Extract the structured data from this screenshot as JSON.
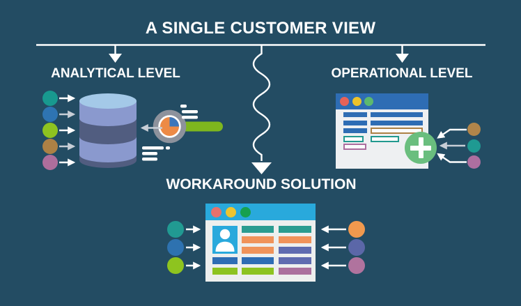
{
  "title": "A SINGLE CUSTOMER VIEW",
  "background_color": "#234c63",
  "text_color": "#ffffff",
  "connector_color": "#ffffff",
  "icons": {
    "analytical": [
      "database-icon",
      "magnifier-pie-chart-icon",
      "text-lines-icon"
    ],
    "operational": [
      "app-window-icon",
      "window-control-dots",
      "add-record-plus-icon"
    ],
    "workaround": [
      "app-window-icon",
      "window-control-dots",
      "user-avatar-icon"
    ]
  },
  "analytical": {
    "label": "ANALYTICAL LEVEL",
    "sources": [
      {
        "color": "#18998f"
      },
      {
        "color": "#2e74b2"
      },
      {
        "color": "#8ec320"
      },
      {
        "color": "#ad8145"
      },
      {
        "color": "#ae6e9c"
      }
    ],
    "database": {
      "top_color": "#a4c9e8",
      "light_band_color": "#8a99ce",
      "dark_band_color": "#515d80"
    },
    "magnifier": {
      "ring_color": "#8d929c",
      "lens_color": "#ffffff",
      "handle_color": "#7eb71e",
      "pie_color": "#ed8a45",
      "pie_slice_color": "#3b76bb"
    }
  },
  "operational": {
    "label": "OPERATIONAL LEVEL",
    "window": {
      "titlebar_color": "#2e6db4",
      "body_color": "#eef0f2",
      "dots": [
        "#e76258",
        "#edc32b",
        "#5cb96f"
      ],
      "rows": [
        [
          {
            "x": 0,
            "w": 34,
            "color": "#2e6db4",
            "filled": true
          },
          {
            "x": 39,
            "w": 75,
            "color": "#2e6db4",
            "filled": true
          }
        ],
        [
          {
            "x": 0,
            "w": 34,
            "color": "#2e6db4",
            "filled": true
          },
          {
            "x": 39,
            "w": 75,
            "color": "#2e6db4",
            "filled": true
          }
        ],
        [
          {
            "x": 0,
            "w": 34,
            "color": "#2e6db4",
            "filled": true
          },
          {
            "x": 39,
            "w": 75,
            "color": "#ad8145",
            "filled": false
          }
        ],
        [
          {
            "x": 0,
            "w": 29,
            "color": "#21998f",
            "filled": false
          },
          {
            "x": 39,
            "w": 41,
            "color": "#21998f",
            "filled": false
          }
        ],
        [
          {
            "x": 0,
            "w": 33,
            "color": "#ab6d9e",
            "filled": false
          }
        ]
      ]
    },
    "add_button": {
      "color": "#6abe7e",
      "plus_color": "#ffffff"
    },
    "sources": [
      {
        "color": "#b0854a"
      },
      {
        "color": "#1f9a92"
      },
      {
        "color": "#ad6fa0"
      }
    ]
  },
  "workaround": {
    "label": "WORKAROUND SOLUTION",
    "window": {
      "titlebar_color": "#29a9dc",
      "body_color": "#edefee",
      "dots": [
        "#e8716b",
        "#eec430",
        "#16a04f"
      ],
      "avatar_color": "#29a9dc",
      "grid": {
        "col1": [
          "#2e6db4",
          "#8dc320"
        ],
        "col2": [
          "#2a9c90",
          "#f0935a",
          "#f0935a",
          "#2e6db4",
          "#8dc320"
        ],
        "col3": [
          "#2a9c90",
          "#f0935a",
          "#5f6bb0",
          "#5f6bb0",
          "#ab6f9d"
        ]
      }
    },
    "left_sources": [
      {
        "color": "#219a92"
      },
      {
        "color": "#2e72b0"
      },
      {
        "color": "#8ec41f"
      }
    ],
    "right_sources": [
      {
        "color": "#f0994e"
      },
      {
        "color": "#5b67a8"
      },
      {
        "color": "#b0739e"
      }
    ]
  }
}
